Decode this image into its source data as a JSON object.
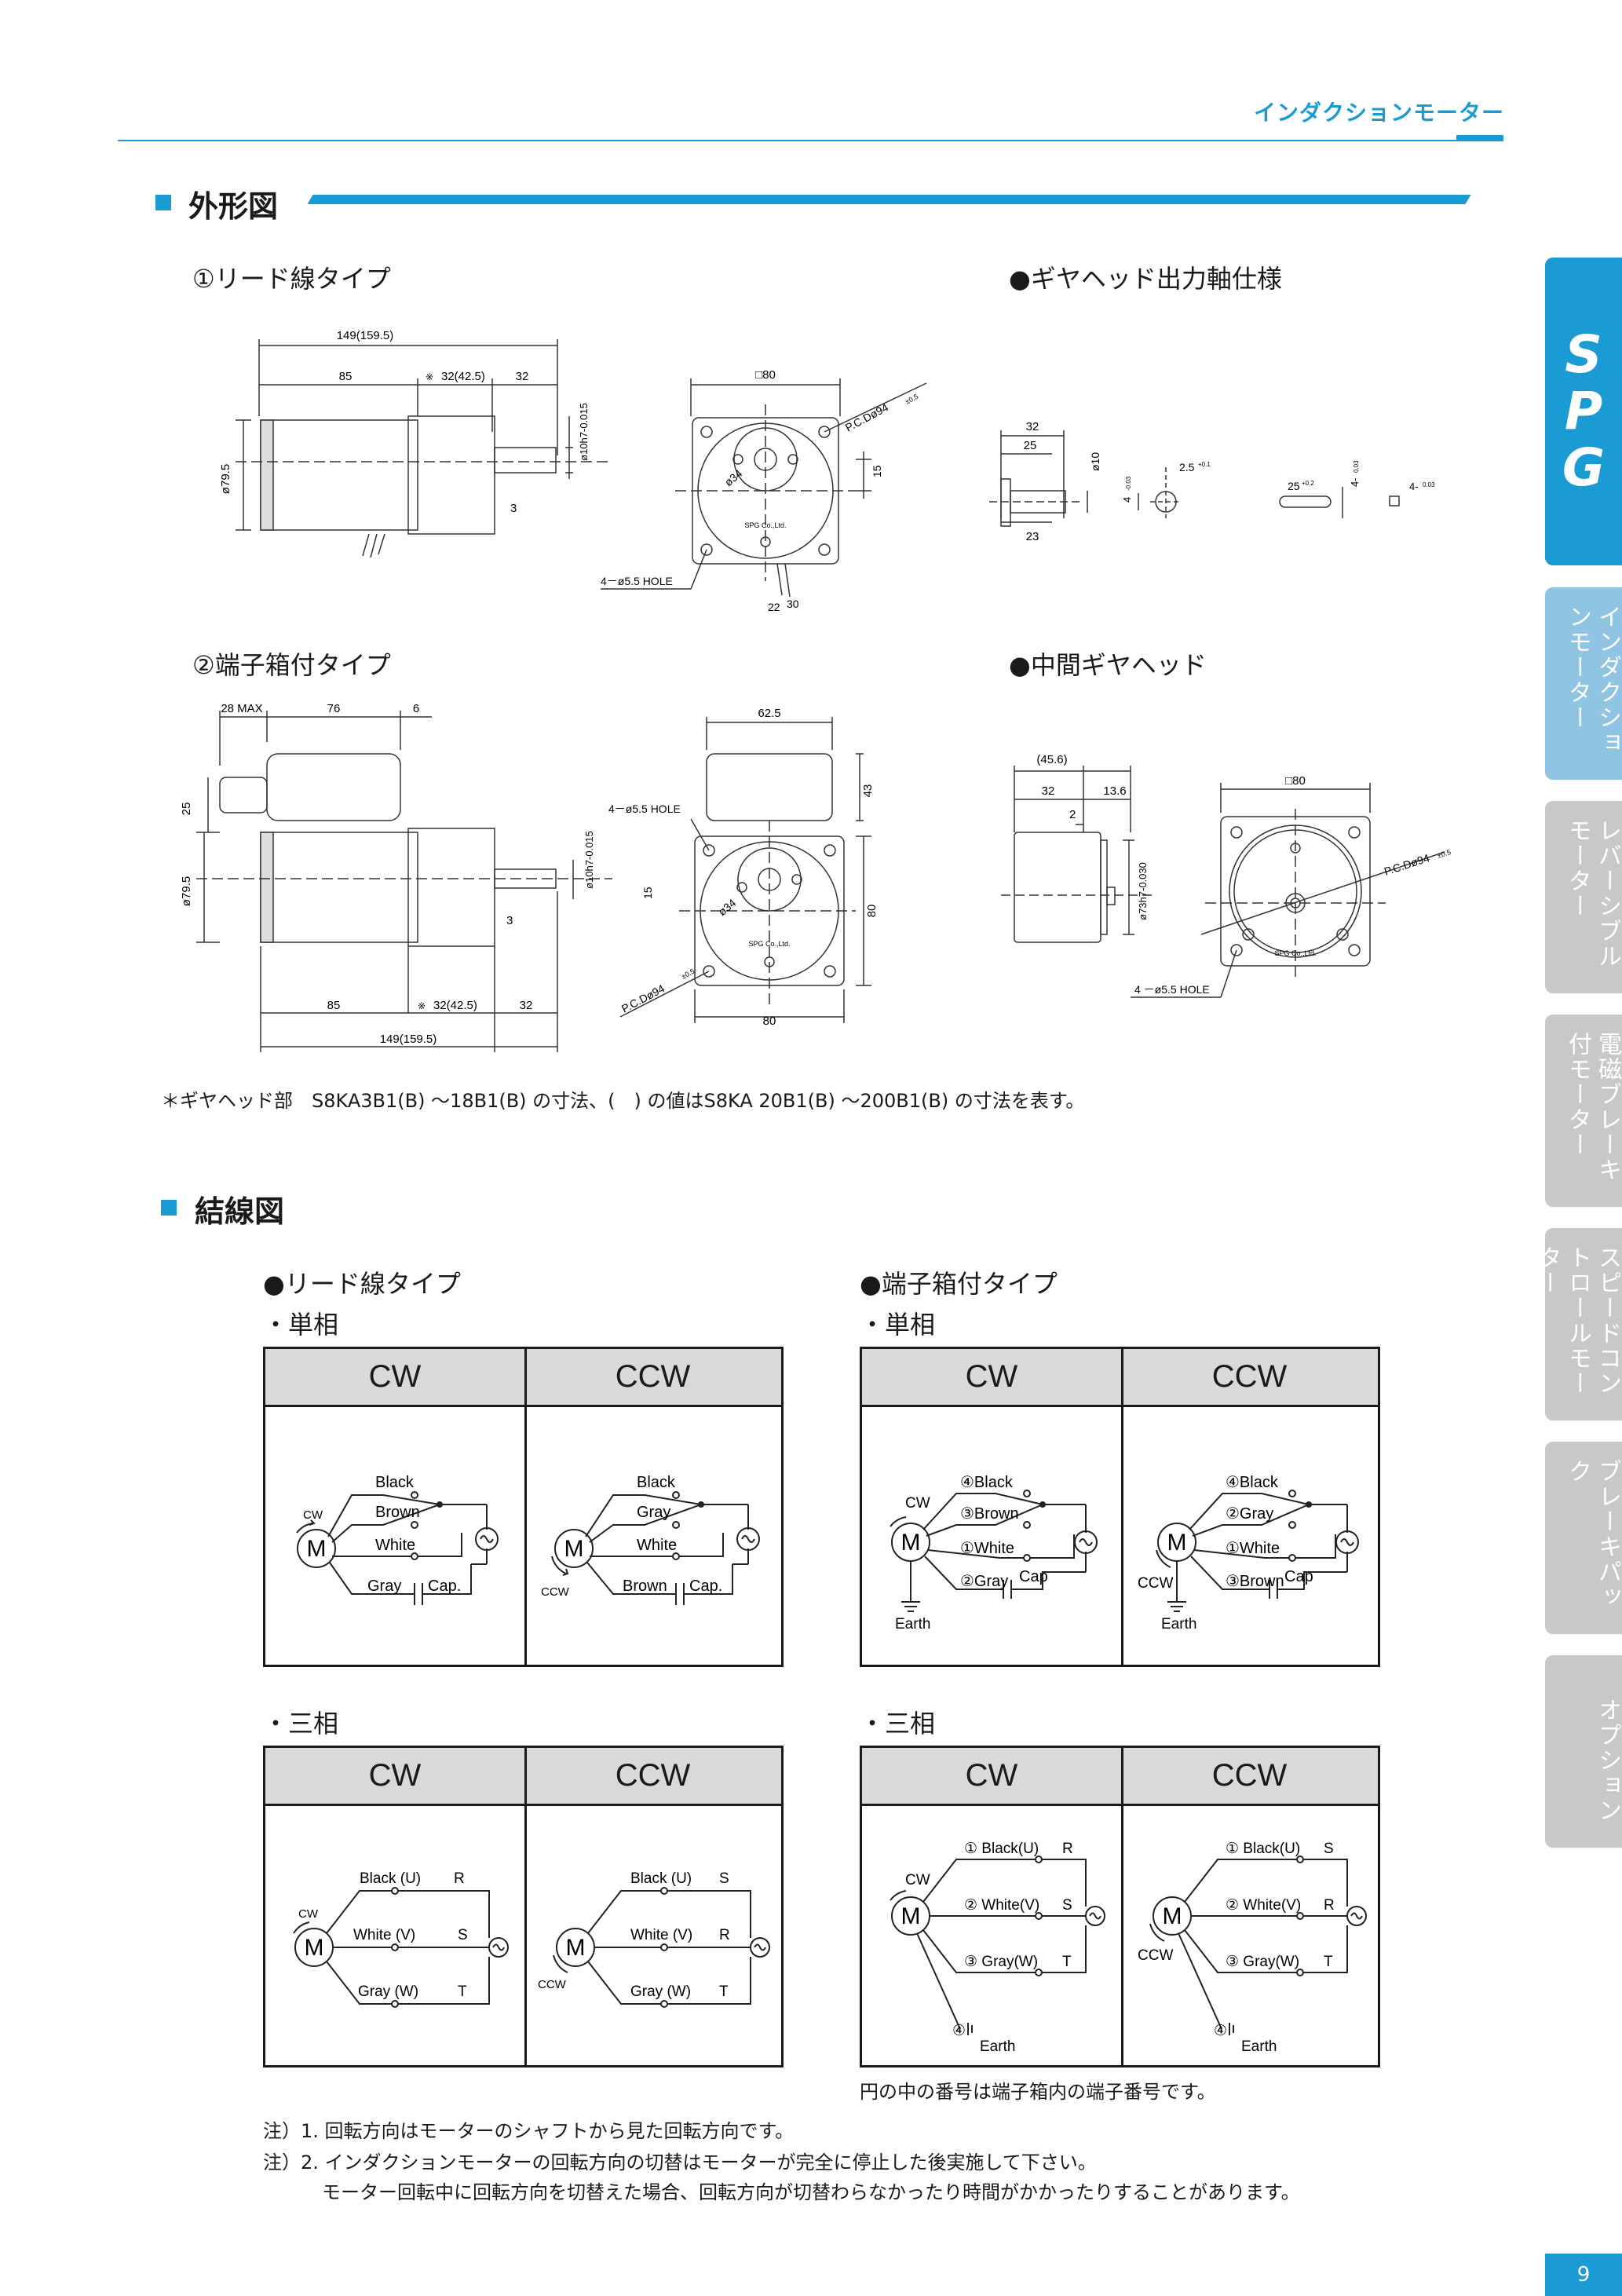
{
  "header": {
    "title": "インダクションモーター"
  },
  "sections": {
    "outline": {
      "title": "外形図"
    },
    "wiring": {
      "title": "結線図"
    }
  },
  "outline": {
    "lead_type": "①リード線タイプ",
    "terminal_type": "②端子箱付タイプ",
    "gearhead_shaft": "●ギヤヘッド出力軸仕様",
    "intermediate_gearhead": "●中間ギヤヘッド",
    "footnote": "＊ギヤヘッド部　S8KA3B1(B) ～18B1(B) の寸法、(　) の値はS8KA 20B1(B) ～200B1(B) の寸法を表す。",
    "d1": {
      "total": "149(159.5)",
      "a": "85",
      "b": "32(42.5)",
      "star": "※",
      "c": "32",
      "dia": "ø79.5",
      "shaft": "ø10h7-0.015",
      "three": "3"
    },
    "f1": {
      "sq": "□80",
      "pcd": "P.C.Dø94",
      "tol": "±0.5",
      "hole": "4－ø5.5 HOLE",
      "d34": "ø34",
      "n15": "15",
      "n22": "22",
      "n30": "30",
      "maker": "SPG Co.,Ltd."
    },
    "s1": {
      "a": "32",
      "b": "25",
      "c": "23",
      "dia": "ø10",
      "key": "4",
      "key_tol": "-0.03",
      "d25": "2.5",
      "d25_tol": "+0.1",
      "k25": "25",
      "k25_tol": "+0.2",
      "k4": "4-",
      "k4_tol": "0.03",
      "k4b": "4-",
      "k4b_tol": "0.03"
    },
    "d2": {
      "mx": "28 MAX",
      "b": "76",
      "c": "6",
      "n25": "25",
      "dia": "ø79.5",
      "a": "85",
      "star": "※",
      "mid": "32(42.5)",
      "e": "32",
      "total": "149(159.5)",
      "shaft": "ø10h7-0.015",
      "three": "3"
    },
    "f2": {
      "w": "62.5",
      "hole": "4－ø5.5 HOLE",
      "h43": "43",
      "h80": "80",
      "w80": "80",
      "n15": "15",
      "d34": "ø34",
      "pcd": "P.C.Dø94",
      "tol": "±0.5",
      "maker": "SPG Co.,Ltd."
    },
    "i1": {
      "total": "(45.6)",
      "a": "32",
      "b": "13.6",
      "c": "2",
      "dia": "ø73h7-0.030"
    },
    "f3": {
      "sq": "□80",
      "pcd": "P.C.Dø94",
      "tol": "±0.5",
      "hole": "4 －ø5.5 HOLE",
      "maker": "SPG Co.,Ltd."
    }
  },
  "wiring": {
    "lead_type": "●リード線タイプ",
    "terminal_type": "●端子箱付タイプ",
    "single_phase": "・単相",
    "three_phase": "・三相",
    "cw": "CW",
    "ccw": "CCW",
    "motor": "M",
    "lead_single_cw": {
      "l1": "Black",
      "l2": "Brown",
      "l3": "White",
      "l4": "Gray",
      "cap": "Cap."
    },
    "lead_single_ccw": {
      "l1": "Black",
      "l2": "Gray",
      "l3": "White",
      "l4": "Brown",
      "cap": "Cap."
    },
    "term_single_cw": {
      "l1": "④Black",
      "l2": "③Brown",
      "l3": "①White",
      "l4": "②Gray",
      "cap": "Cap",
      "earth": "Earth"
    },
    "term_single_ccw": {
      "l1": "④Black",
      "l2": "②Gray",
      "l3": "①White",
      "l4": "③Brown",
      "cap": "Cap",
      "earth": "Earth"
    },
    "lead_three_cw": {
      "l1": "Black (U)",
      "l2": "White (V)",
      "l3": "Gray (W)",
      "r1": "R",
      "r2": "S",
      "r3": "T"
    },
    "lead_three_ccw": {
      "l1": "Black (U)",
      "l2": "White (V)",
      "l3": "Gray (W)",
      "r1": "S",
      "r2": "R",
      "r3": "T"
    },
    "term_three_cw": {
      "l1": "① Black(U)",
      "l2": "② White(V)",
      "l3": "③ Gray(W)",
      "l4": "④",
      "r1": "R",
      "r2": "S",
      "r3": "T",
      "earth": "Earth"
    },
    "term_three_ccw": {
      "l1": "① Black(U)",
      "l2": "② White(V)",
      "l3": "③ Gray(W)",
      "l4": "④",
      "r1": "S",
      "r2": "R",
      "r3": "T",
      "earth": "Earth"
    },
    "terminal_note": "円の中の番号は端子箱内の端子番号です。"
  },
  "notes": {
    "n1": "注）1. 回転方向はモーターのシャフトから見た回転方向です。",
    "n2": "注）2. インダクションモーターの回転方向の切替はモーターが完全に停止した後実施して下さい。",
    "n3": "モーター回転中に回転方向を切替えた場合、回転方向が切替わらなかったり時間がかかったりすることがあります。"
  },
  "side_tabs": {
    "brand": [
      "S",
      "P",
      "G"
    ],
    "t1": "インダクションモーター",
    "t2": "レバーシブルモーター",
    "t3": "電磁ブレーキ付モーター",
    "t4": "スピードコントロールモーター",
    "t5": "ブレーキパック",
    "t6": "オプション"
  },
  "page_number": "9",
  "colors": {
    "accent": "#1b9bd4",
    "tab_gray": "#c8c8c8",
    "tab_light": "#8fc4e2",
    "table_head": "#d9d9d9"
  }
}
